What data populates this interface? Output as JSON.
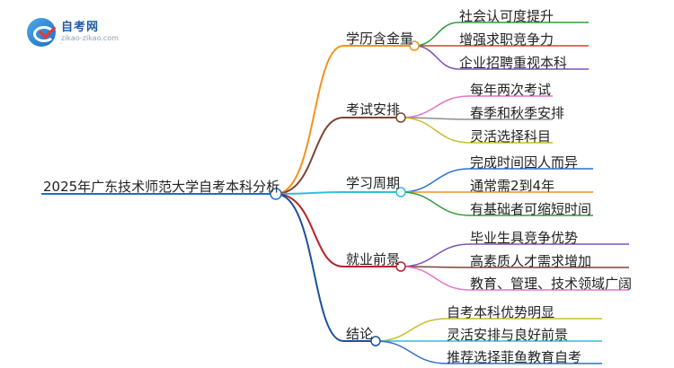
{
  "logo": {
    "icon": "exam-logo-icon",
    "name": "自考网",
    "url": "zikao-zikao.com"
  },
  "root": {
    "label": "2025年广东技术师范大学自考本科分析",
    "color": "#1f6fbf"
  },
  "branches": [
    {
      "label": "学历含金量",
      "color": "#f5921e",
      "children": [
        {
          "label": "社会认可度提升",
          "color": "#2e9d3a"
        },
        {
          "label": "增强求职竞争力",
          "color": "#e03b2a"
        },
        {
          "label": "企业招聘重视本科",
          "color": "#7b52b8"
        }
      ]
    },
    {
      "label": "考试安排",
      "color": "#7d4430",
      "children": [
        {
          "label": "每年两次考试",
          "color": "#e773c4"
        },
        {
          "label": "春季和秋季安排",
          "color": "#8e8e8e"
        },
        {
          "label": "灵活选择科目",
          "color": "#c6bd2a"
        }
      ]
    },
    {
      "label": "学习周期",
      "color": "#2fc1d6",
      "children": [
        {
          "label": "完成时间因人而异",
          "color": "#2f6fd0"
        },
        {
          "label": "通常需2到4年",
          "color": "#f5921e"
        },
        {
          "label": "有基础者可缩短时间",
          "color": "#2e9d3a"
        }
      ]
    },
    {
      "label": "就业前景",
      "color": "#b6242a",
      "children": [
        {
          "label": "毕业生具竞争优势",
          "color": "#7b52b8"
        },
        {
          "label": "高素质人才需求增加",
          "color": "#7d4430"
        },
        {
          "label": "教育、管理、技术领域广阔",
          "color": "#e773c4"
        }
      ]
    },
    {
      "label": "结论",
      "color": "#1f4f9a",
      "children": [
        {
          "label": "自考本科优势明显",
          "color": "#c6bd2a"
        },
        {
          "label": "灵活安排与良好前景",
          "color": "#2fc1d6"
        },
        {
          "label": "推荐选择菲鱼教育自考",
          "color": "#2f6fd0"
        }
      ]
    }
  ]
}
